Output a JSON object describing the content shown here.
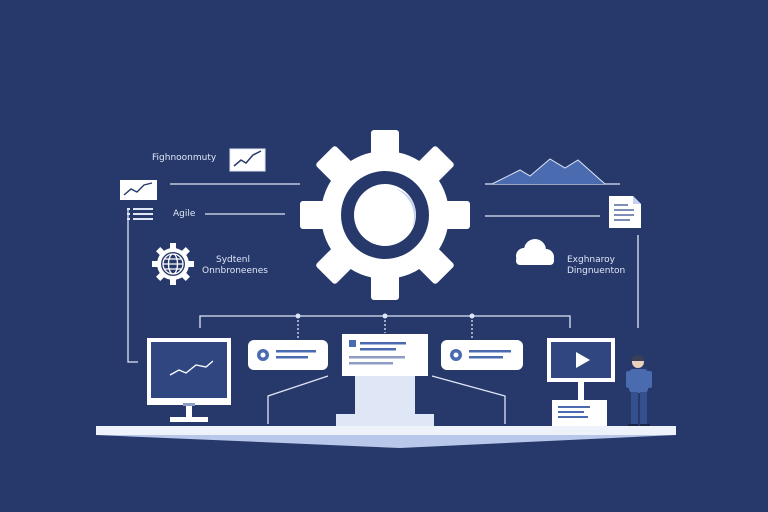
{
  "labels": {
    "top_left": "Fighnoonmuty",
    "agile": "Agile",
    "systems_line1": "Sydtenl",
    "systems_line2": "Onnbroneenes",
    "right_line1": "Exghnaroy",
    "right_line2": "Dingnuenton"
  },
  "colors": {
    "background": "#27396b",
    "line": "#dfe6f6",
    "panel": "#ffffff",
    "accent": "#4a6bb0",
    "platform": "#cbd6f2"
  },
  "icons": {
    "gear": "gear-icon",
    "chart": "line-chart-icon",
    "list": "list-icon",
    "globe": "globe-gear-icon",
    "document": "document-icon",
    "cloud": "cloud-icon",
    "mountains": "mountain-chart-icon",
    "video": "play-icon",
    "person": "person-figure"
  }
}
